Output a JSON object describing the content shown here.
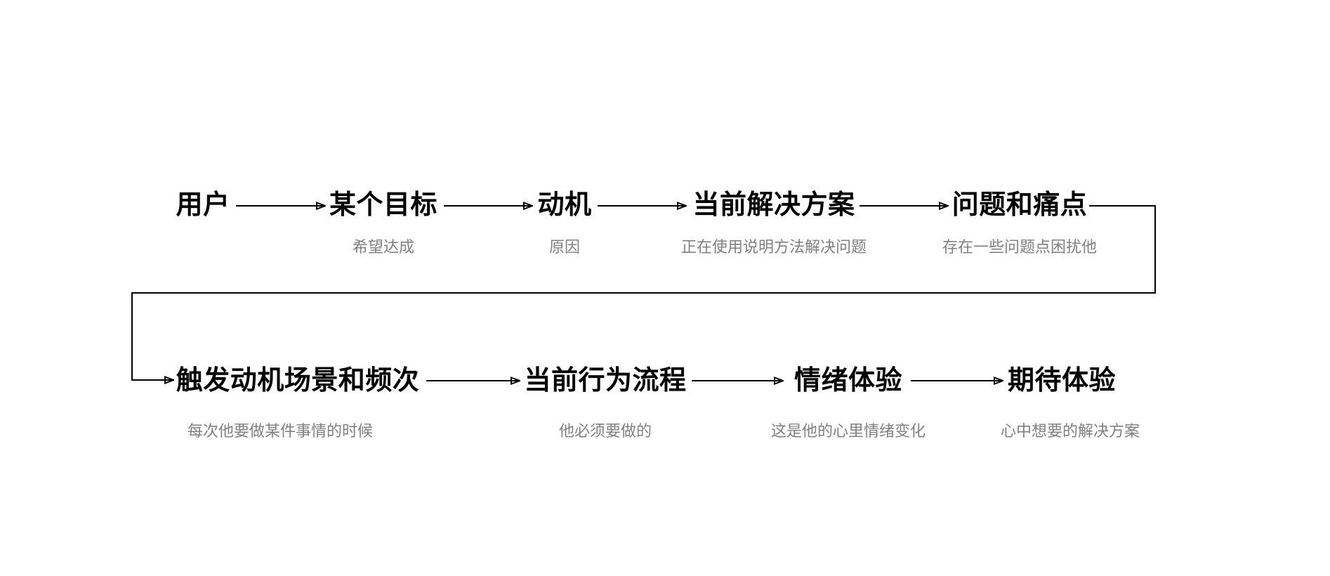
{
  "diagram": {
    "background_color": "#ffffff",
    "title_color": "#000000",
    "subtitle_color": "#808080",
    "line_color": "#000000"
  },
  "nodes": [
    {
      "id": "user",
      "label": "用户",
      "sublabel": ""
    },
    {
      "id": "goal",
      "label": "某个目标",
      "sublabel": "希望达成"
    },
    {
      "id": "motivation",
      "label": "动机",
      "sublabel": "原因"
    },
    {
      "id": "current-solution",
      "label": "当前解决方案",
      "sublabel": "正在使用说明方法解决问题"
    },
    {
      "id": "pain-points",
      "label": "问题和痛点",
      "sublabel": "存在一些问题点困扰他"
    },
    {
      "id": "trigger-scene",
      "label": "触发动机场景和频次",
      "sublabel": "每次他要做某件事情的时候"
    },
    {
      "id": "behavior-flow",
      "label": "当前行为流程",
      "sublabel": "他必须要做的"
    },
    {
      "id": "emotion-experience",
      "label": "情绪体验",
      "sublabel": "这是他的心里情绪变化"
    },
    {
      "id": "expected-experience",
      "label": "期待体验",
      "sublabel": "心中想要的解决方案"
    }
  ],
  "edges": [
    {
      "from": "用户",
      "to": "某个目标"
    },
    {
      "from": "某个目标",
      "to": "动机"
    },
    {
      "from": "动机",
      "to": "当前解决方案"
    },
    {
      "from": "当前解决方案",
      "to": "问题和痛点"
    },
    {
      "from": "问题和痛点",
      "to": "触发动机场景和频次"
    },
    {
      "from": "触发动机场景和频次",
      "to": "当前行为流程"
    },
    {
      "from": "当前行为流程",
      "to": "情绪体验"
    },
    {
      "from": "情绪体验",
      "to": "期待体验"
    }
  ]
}
